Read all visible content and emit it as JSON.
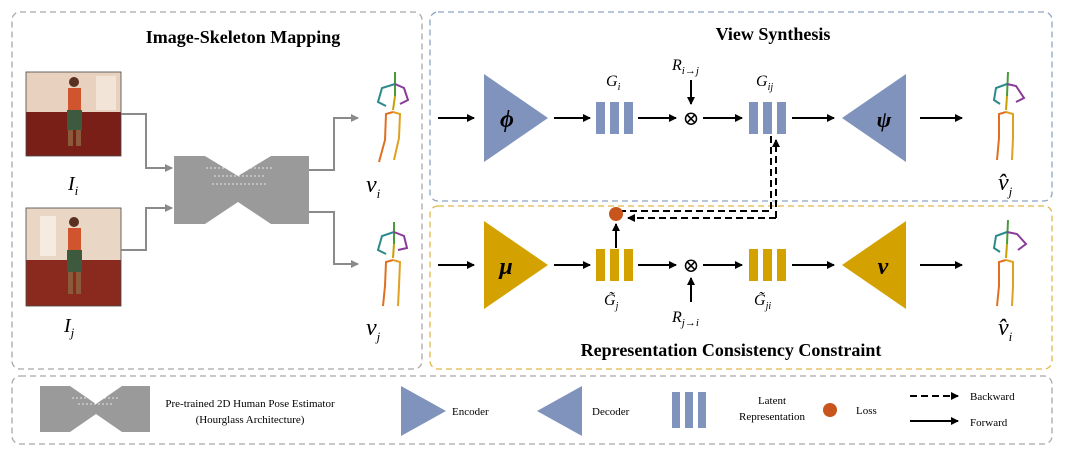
{
  "panels": {
    "mapping_title": "Image-Skeleton Mapping",
    "view_title": "View Synthesis",
    "rcc_title": "Representation Consistency Constraint"
  },
  "inputs": {
    "img_i_label": "I",
    "img_i_sub": "i",
    "img_j_label": "I",
    "img_j_sub": "j"
  },
  "skeleton_labels": {
    "v_i": "v",
    "v_i_sub": "i",
    "v_j": "v",
    "v_j_sub": "j",
    "vhat_j": "v̂",
    "vhat_j_sub": "j",
    "vhat_i": "v̂",
    "vhat_i_sub": "i"
  },
  "view_synthesis": {
    "encoder_symbol": "ϕ",
    "decoder_symbol": "ψ",
    "latent_in": "G",
    "latent_in_sub": "i",
    "latent_out": "G",
    "latent_out_sub": "ij",
    "rotation": "R",
    "rotation_sub": "i→j",
    "op": "⊗"
  },
  "rcc": {
    "encoder_symbol": "μ",
    "decoder_symbol": "ν",
    "latent_in": "G̃",
    "latent_in_sub": "j",
    "latent_out": "G̃",
    "latent_out_sub": "ji",
    "rotation": "R",
    "rotation_sub": "j→i",
    "op": "⊗"
  },
  "legend": {
    "hourglass_line1": "Pre-trained  2D Human Pose Estimator",
    "hourglass_line2": "(Hourglass Architecture)",
    "encoder": "Encoder",
    "decoder": "Decoder",
    "latent_line1": "Latent",
    "latent_line2": "Representation",
    "loss": "Loss",
    "backward": "Backward",
    "forward": "Forward"
  },
  "colors": {
    "blue_shape": "#7f93bd",
    "gold_shape": "#d4a200",
    "gray_shape": "#9a9a9a",
    "loss_dot": "#c8561c",
    "panel_border_gray": "#a8a8a8",
    "panel_border_blue": "#8ea3c4",
    "panel_border_gold": "#e0b84a"
  }
}
